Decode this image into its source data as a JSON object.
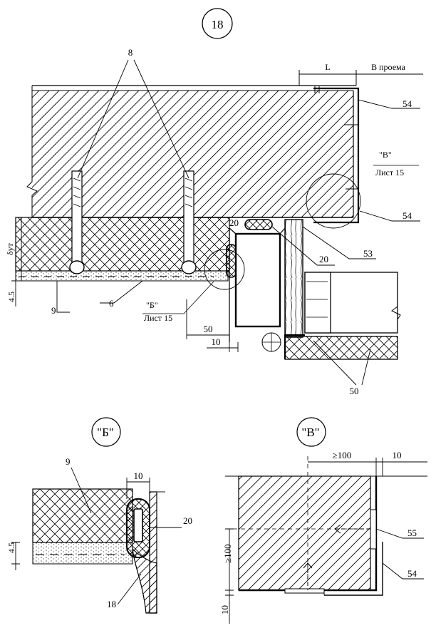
{
  "main": {
    "badge": "18",
    "dim_L": "L",
    "dim_opening": "В проема",
    "callouts": {
      "c8": "8",
      "c54_top": "54",
      "c54_mid": "54",
      "c20": "20",
      "c20_small": "20",
      "c53": "53",
      "c9": "9",
      "c6": "6",
      "c50": "50",
      "dim50": "50",
      "dim10": "10",
      "dim45": "4.5",
      "delta": "δут"
    },
    "ref_V": {
      "letter": "\"В\"",
      "sheet": "Лист 15"
    },
    "ref_B": {
      "letter": "\"Б\"",
      "sheet": "Лист 15"
    }
  },
  "detail_B": {
    "title": "\"Б\"",
    "c9": "9",
    "c20": "20",
    "c18": "18",
    "dim10": "10",
    "dim45": "4.5"
  },
  "detail_V": {
    "title": "\"В\"",
    "dim100top": "≥100",
    "dim10top": "10",
    "dim100side": "≥100",
    "dim10bottom": "10",
    "c55": "55",
    "c54": "54"
  }
}
